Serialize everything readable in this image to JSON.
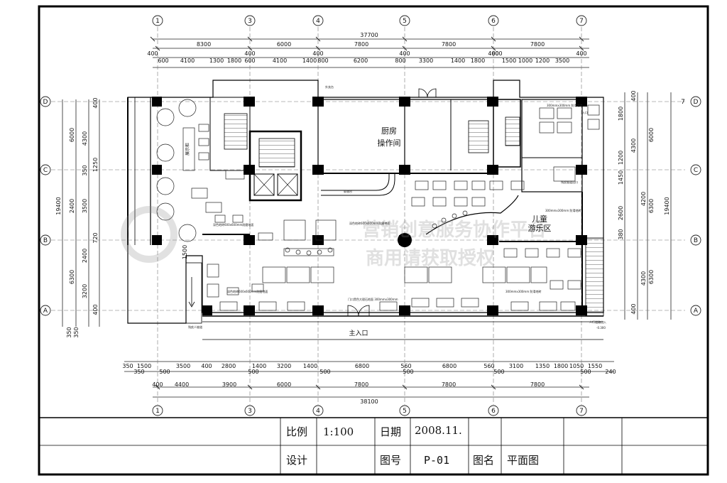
{
  "sheet": {
    "top_axes": [
      "1",
      "3",
      "4",
      "5",
      "6",
      "7"
    ],
    "bottom_axes": [
      "1",
      "3",
      "4",
      "5",
      "6",
      "7"
    ],
    "left_axes": [
      "D",
      "C",
      "B",
      "A"
    ],
    "right_axes": [
      "D",
      "C",
      "B",
      "A"
    ],
    "right_extra_label": "7",
    "top_overall_dim": "37700",
    "top_dims_row1": [
      "8300",
      "6000",
      "7800",
      "7800",
      "7800"
    ],
    "top_dims_row2": [
      "400",
      "400",
      "400",
      "400",
      "400",
      "400"
    ],
    "top_dims_row3": [
      "600",
      "4100",
      "1300",
      "1800",
      "600",
      "4100",
      "1400",
      "800",
      "6200",
      "800",
      "3300",
      "1400",
      "1800",
      "600",
      "1500",
      "1000",
      "1200",
      "3500"
    ],
    "bottom_dims_row1": [
      "350",
      "1500",
      "3500",
      "400",
      "2800",
      "1400",
      "3200",
      "1400",
      "6800",
      "560",
      "6800",
      "560",
      "3100",
      "1350",
      "1800",
      "1050",
      "1550"
    ],
    "bottom_dims_row1b": [
      "350",
      "500",
      "500",
      "500",
      "500",
      "500",
      "500",
      "240"
    ],
    "bottom_dims_row2": [
      "400",
      "4400",
      "3900",
      "6000",
      "7800",
      "7800",
      "7800"
    ],
    "bottom_overall_dim": "38100",
    "left_overall_dim": "19400",
    "right_overall_dim": "19400",
    "left_dims_a": [
      "6000",
      "2400",
      "6300"
    ],
    "left_dims_b": [
      "4300",
      "350",
      "3500",
      "2400",
      "3200"
    ],
    "left_dims_c": [
      "400",
      "1250",
      "720",
      "400",
      "350",
      "1500",
      "350"
    ],
    "right_dims_a": [
      "6000",
      "6300",
      "6300"
    ],
    "right_dims_b": [
      "4200",
      "2600",
      "4300"
    ],
    "right_dims_c": [
      "400",
      "1800",
      "1200",
      "1450",
      "4300",
      "380",
      "400"
    ]
  },
  "rooms": {
    "kitchen_line1": "厨房",
    "kitchen_line2": "操作间",
    "kids_line1": "儿童",
    "kids_line2": "游乐区",
    "main_entrance": "主入口",
    "display_cabinet": "展示柜"
  },
  "tiny_notes": {
    "n1": "深色地砖600x600mm耐磨地面",
    "n2": "深色地砖600x600mm耐磨地面",
    "n3": "深色地砖600x600mm耐磨地面",
    "n4": "门口黑色大理石地面 300mmx300mm",
    "n5": "300mmx300mm 防滑地砖",
    "n6": "300mmx300mm 防滑地砖",
    "n7": "300mmx300mm 防滑地砖",
    "n8": "收银台",
    "n9": "外卖台",
    "n10": "残疾人坡道",
    "n11": "入口",
    "n12": "残疾坡道出口",
    "n13": "人行道路出入",
    "n14": "-0.300"
  },
  "watermark": {
    "line1": "营销创意服务协作平台",
    "line2": "商用请获取授权"
  },
  "title_block": {
    "scale_label": "比例",
    "scale_value": "1:100",
    "date_label": "日期",
    "date_value": "2008.11.",
    "designer_label": "设计",
    "drawing_no_label": "图号",
    "drawing_no_value": "P-01",
    "drawing_name_label": "图名",
    "drawing_name_value": "平面图"
  }
}
